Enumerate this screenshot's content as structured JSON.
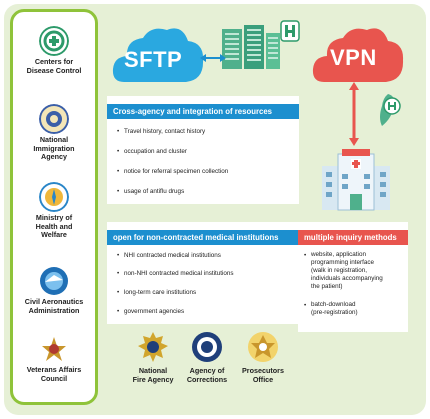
{
  "left_agencies": [
    {
      "name": "Centers for\nDisease Control",
      "icon": "cdc-logo-icon",
      "color": "#2d9a6a"
    },
    {
      "name": "National\nImmigration\nAgency",
      "icon": "immigration-seal-icon",
      "color": "#3b5fa8"
    },
    {
      "name": "Ministry of\nHealth and\nWelfare",
      "icon": "mohw-logo-icon",
      "color": "#2a86c8"
    },
    {
      "name": "Civil Aeronautics\nAdministration",
      "icon": "caa-logo-icon",
      "color": "#1f6fb5"
    },
    {
      "name": "Veterans Affairs\nCouncil",
      "icon": "vac-emblem-icon",
      "color": "#b03a2e"
    }
  ],
  "sftp": {
    "label": "SFTP",
    "color": "#2aa8e0"
  },
  "vpn": {
    "label": "VPN",
    "color": "#e8554e"
  },
  "box1": {
    "title": "Cross-agency and integration of resources",
    "color": "#1c8fcf",
    "items": [
      "Travel history, contact history",
      "occupation and cluster",
      "notice for referral specimen collection",
      "usage of antiflu drugs"
    ]
  },
  "box2": {
    "title": "open for non-contracted medical institutions",
    "color": "#1c8fcf",
    "items": [
      "NHI contracted medical institutions",
      "non-NHI contracted medical institutions",
      "long-term care institutions",
      "government agencies"
    ]
  },
  "box3": {
    "title": "multiple inquiry methods",
    "color": "#e8554e",
    "item1": "website, application\nprogramming interface\n(walk in registration,\nindividuals accompanying\nthe patient)",
    "item2": "batch-download\n(pre-registration)"
  },
  "bottom_agencies": [
    {
      "name": "National\nFire Agency",
      "icon": "fire-agency-emblem-icon"
    },
    {
      "name": "Agency of\nCorrections",
      "icon": "corrections-seal-icon"
    },
    {
      "name": "Prosecutors\nOffice",
      "icon": "prosecutors-emblem-icon"
    }
  ],
  "hospital": {
    "icon": "hospital-icon"
  },
  "accent": "#8fc33a"
}
